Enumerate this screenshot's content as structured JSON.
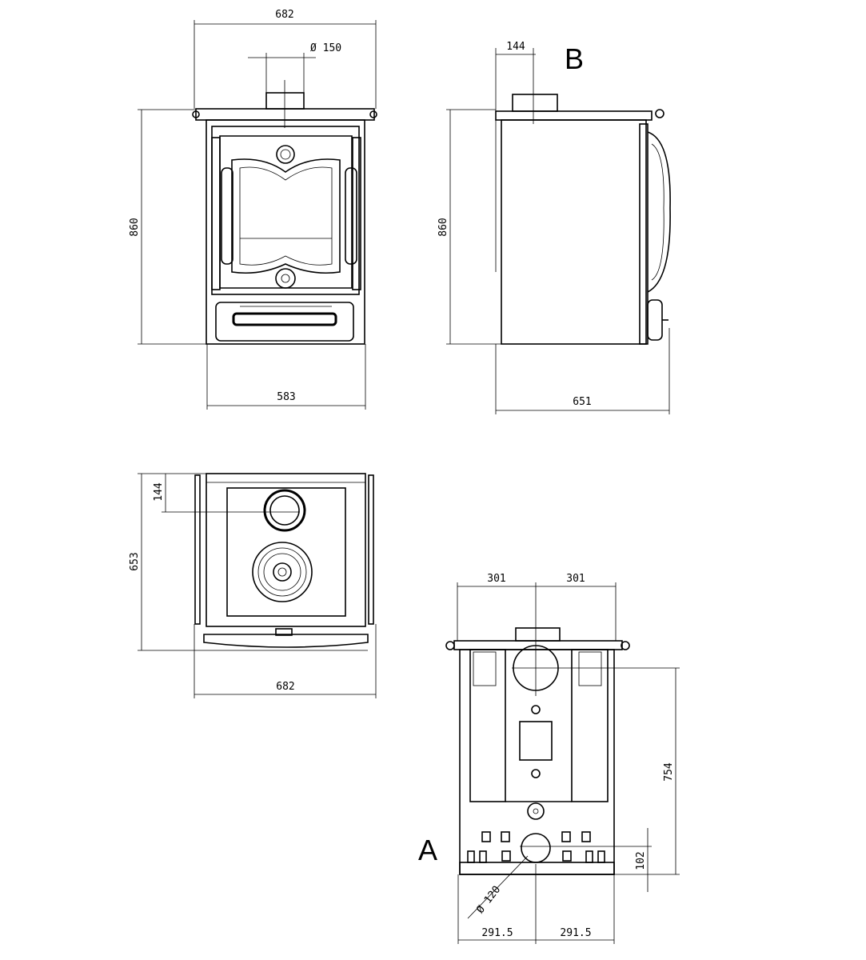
{
  "front_view": {
    "width_top": "682",
    "flue_diameter": "Ø  150",
    "height": "860",
    "width_base": "583"
  },
  "side_view": {
    "flue_offset": "144",
    "label": "B",
    "height": "860",
    "depth": "651"
  },
  "top_view": {
    "flue_offset": "144",
    "depth": "653",
    "width": "682"
  },
  "back_view": {
    "half_width_left": "301",
    "half_width_right": "301",
    "outlet_height": "754",
    "label": "A",
    "inlet_height": "102",
    "inlet_diameter": "Ø 120",
    "base_half_left": "291.5",
    "base_half_right": "291.5"
  }
}
